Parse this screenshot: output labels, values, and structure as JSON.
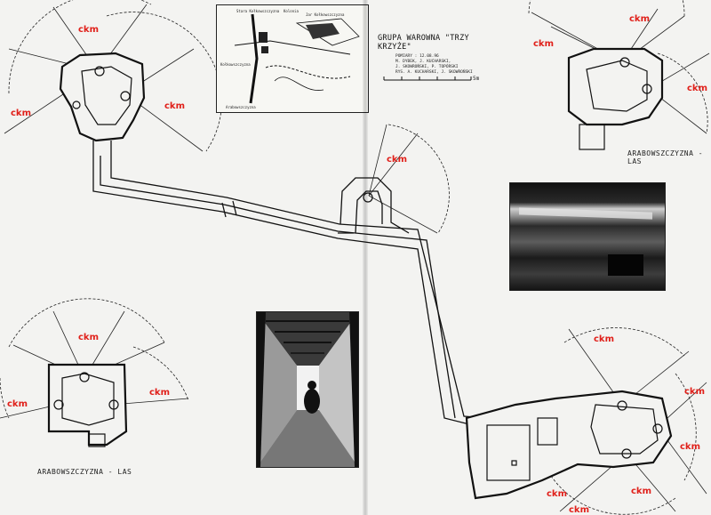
{
  "plan": {
    "title": "GRUPA WAROWNA \"TRZY KRZYŻE\"",
    "info_lines": [
      "POMIARY : 12.08.96",
      "M. DYBEK, J. KUCHARSKI,",
      "J. SKOWROŃSKI, P. TOPÓRSKI",
      "RYS. A. KUCHARSKI, J. SKOWROŃSKI"
    ],
    "scale_unit": "5m",
    "weapon_label": "ckm",
    "caption_top_right": "ARABOWSZCZYZNA - LAS",
    "caption_bottom_left": "ARABOWSZCZYZNA - LAS",
    "map_labels": [
      "Stara Kołkowszczyzna",
      "Kolonia",
      "Jar Kołkowszczyzna",
      "Kołkowszczyzna",
      "Arabowszczyzna"
    ]
  },
  "colors": {
    "paper": "#f3f3f1",
    "ink": "#1a1a1a",
    "label": "#e0201a"
  }
}
